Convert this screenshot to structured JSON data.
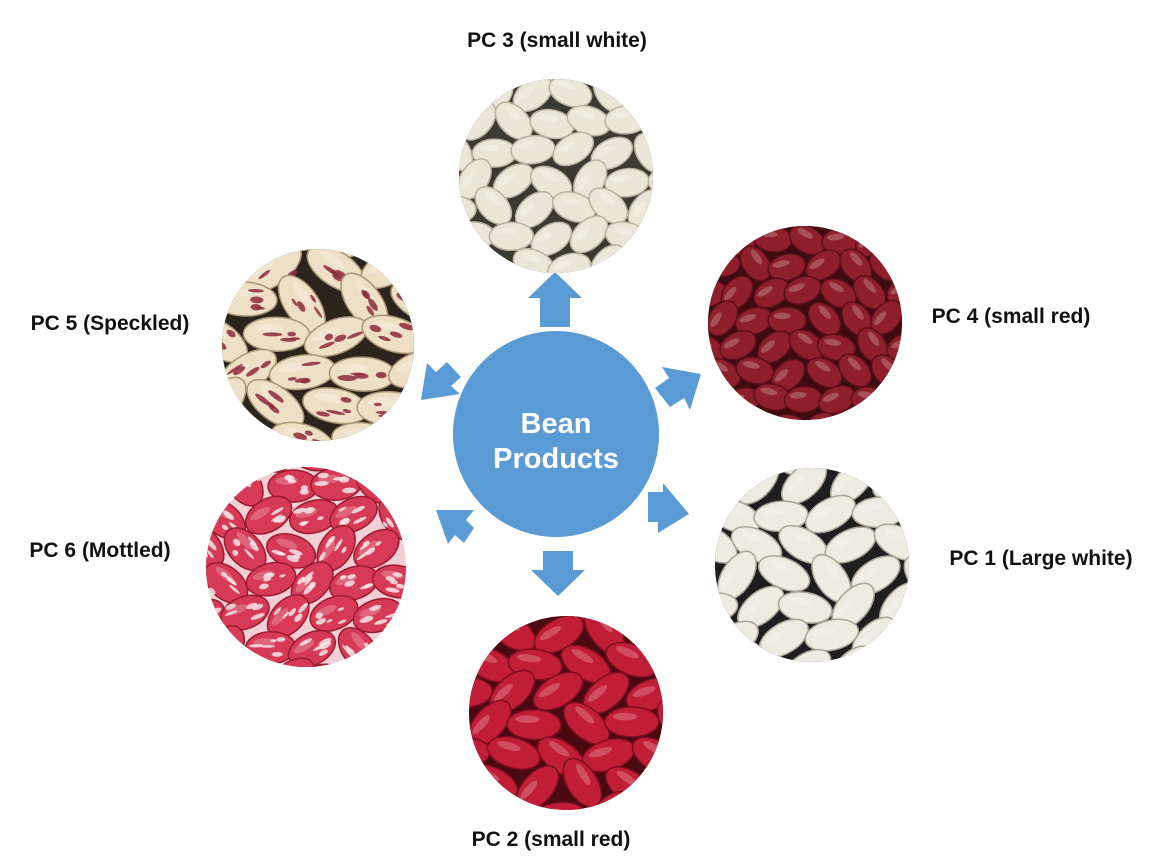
{
  "center": {
    "line1": "Bean",
    "line2": "Products",
    "color": "#5b9bd5"
  },
  "arrow_color": "#5b9bd5",
  "products": [
    {
      "id": "pc3",
      "label": "PC 3 (small white)",
      "bean_color": "#ebe7d8",
      "bean_edge": "#b9b2a0",
      "bg_color": "#3a3a32",
      "pattern": "plain"
    },
    {
      "id": "pc4",
      "label": "PC 4 (small red)",
      "bean_color": "#8e1f2a",
      "bean_edge": "#5a0f18",
      "bg_color": "#3b0b10",
      "pattern": "plain"
    },
    {
      "id": "pc1",
      "label": "PC 1 (Large white)",
      "bean_color": "#eeebe1",
      "bean_edge": "#aaa596",
      "bg_color": "#1e1e1e",
      "pattern": "plain"
    },
    {
      "id": "pc2",
      "label": "PC 2 (small red)",
      "bean_color": "#c21d36",
      "bean_edge": "#7a0e1e",
      "bg_color": "#4a0810",
      "pattern": "plain"
    },
    {
      "id": "pc6",
      "label": "PC 6 (Mottled)",
      "bean_color": "#d63a56",
      "bean_edge": "#9c1b32",
      "bg_color": "#f2ced5",
      "pattern": "mottled"
    },
    {
      "id": "pc5",
      "label": "PC 5 (Speckled)",
      "bean_color": "#ede0c6",
      "bean_edge": "#a89675",
      "bg_color": "#2c241c",
      "pattern": "speckled"
    }
  ]
}
